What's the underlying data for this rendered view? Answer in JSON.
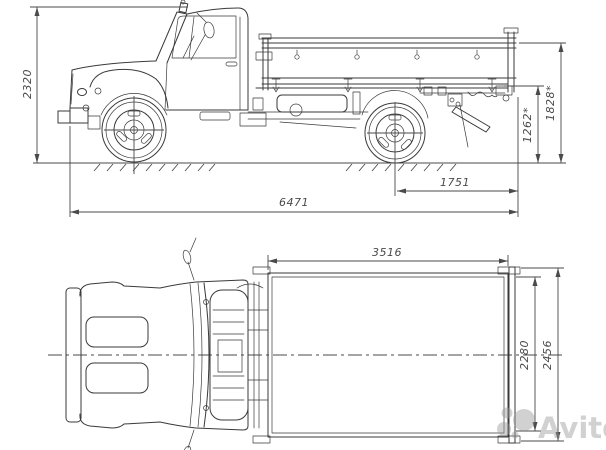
{
  "colors": {
    "background": "#ffffff",
    "drawing_line": "#3a3a3a",
    "dimension_line": "#4a4a4a",
    "watermark": "#d7d7d7"
  },
  "side_view": {
    "dimensions": {
      "overall_height": "2320",
      "overall_length": "6471",
      "rear_axle_to_rear": "1751",
      "frame_height": "1262*",
      "board_top_height": "1828*"
    }
  },
  "top_view": {
    "dimensions": {
      "bed_length": "3516",
      "bed_inner_width": "2280",
      "bed_overall_width": "2456"
    }
  },
  "watermark": {
    "brand": "Avito"
  }
}
